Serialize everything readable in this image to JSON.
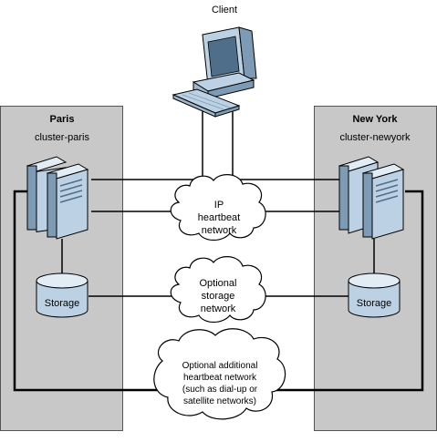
{
  "client": {
    "label": "Client"
  },
  "sites": [
    {
      "name": "Paris",
      "cluster": "cluster-paris",
      "storage_label": "Storage"
    },
    {
      "name": "New York",
      "cluster": "cluster-newyork",
      "storage_label": "Storage"
    }
  ],
  "networks": {
    "ip_heartbeat": {
      "lines": [
        "IP",
        "heartbeat",
        "network"
      ]
    },
    "storage": {
      "lines": [
        "Optional",
        "storage",
        "network"
      ]
    },
    "additional": {
      "lines": [
        "Optional additional",
        "heartbeat network",
        "(such as dial-up or",
        "satellite networks)"
      ]
    }
  },
  "colors": {
    "site_fill": "#c8c8c8",
    "equipment_fill": "#bcd2e4",
    "equipment_dark": "#7d9bb5",
    "line": "#000000"
  }
}
